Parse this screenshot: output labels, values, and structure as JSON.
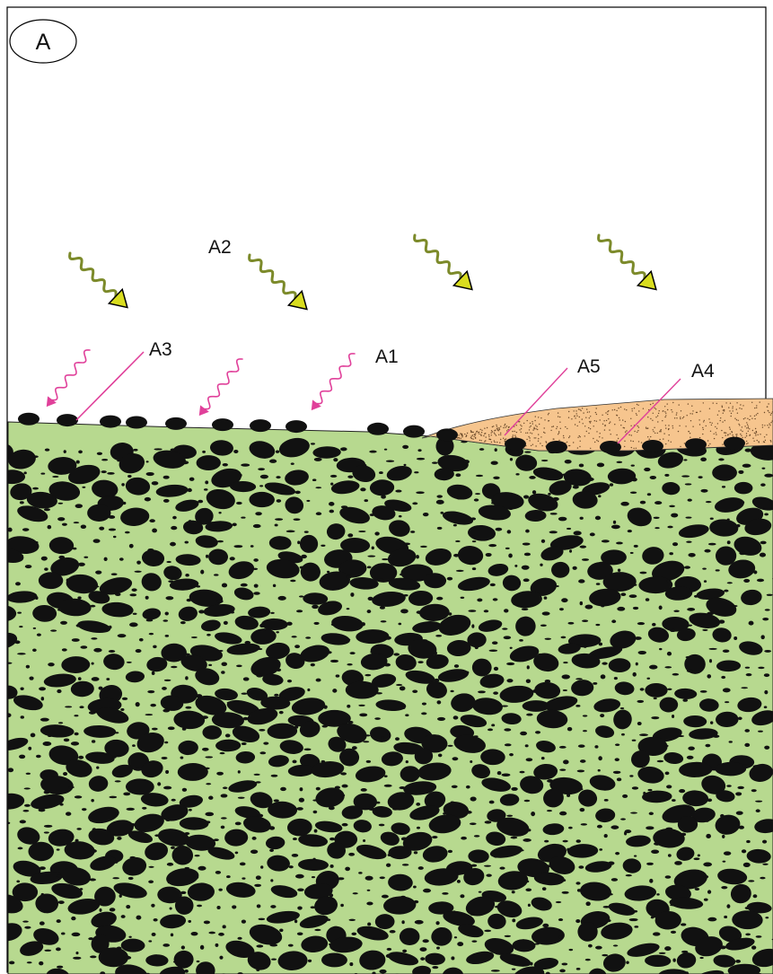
{
  "panel": {
    "label": "A"
  },
  "labels": [
    {
      "id": "A1",
      "text": "A1"
    },
    {
      "id": "A2",
      "text": "A2"
    },
    {
      "id": "A3",
      "text": "A3"
    },
    {
      "id": "A4",
      "text": "A4"
    },
    {
      "id": "A5",
      "text": "A5"
    }
  ],
  "colors": {
    "ground": "#b7d98f",
    "clast": "#111111",
    "sand": "#f6c58e",
    "sand_stipple": "#6b4a2a",
    "solar_arrow": "#d9dd1f",
    "solar_arrow_stroke": "#7c8a2a",
    "wind_arrow": "#e0409a",
    "leader_line": "#e0409a",
    "frame": "#000000"
  },
  "icons": {
    "solar_arrow": "wavy-arrow-yellow",
    "wind_arrow": "wavy-arrow-magenta"
  }
}
